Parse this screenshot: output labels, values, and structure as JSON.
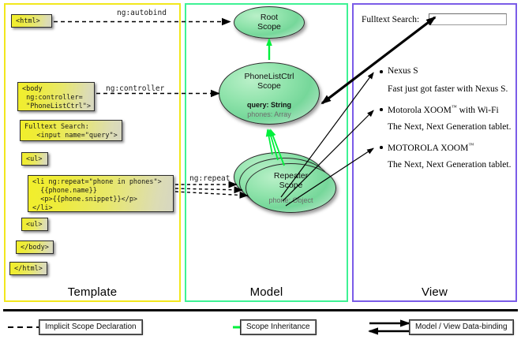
{
  "columns": [
    {
      "key": "template",
      "label": "Template",
      "color": "#f2e71d"
    },
    {
      "key": "model",
      "label": "Model",
      "color": "#3ef294"
    },
    {
      "key": "view",
      "label": "View",
      "color": "#7b5ce8"
    }
  ],
  "template": {
    "boxes": [
      {
        "name": "html-open-box",
        "text": "<html>"
      },
      {
        "name": "body-open-box",
        "text": "<body\n ng:controller=\n \"PhoneListCtrl\">"
      },
      {
        "name": "search-box",
        "text": "Fulltext Search:\n   <input name=\"query\">"
      },
      {
        "name": "ul-open-box",
        "text": "<ul>"
      },
      {
        "name": "li-repeat-box",
        "text": "<li ng:repeat=\"phone in phones\">\n  {{phone.name}}\n  <p>{{phone.snippet}}</p>\n</li>"
      },
      {
        "name": "ul-close-box",
        "text": "<ul>"
      },
      {
        "name": "body-close-box",
        "text": "</body>"
      },
      {
        "name": "html-close-box",
        "text": "</html>"
      }
    ]
  },
  "model": {
    "scopes": [
      {
        "name": "root-scope",
        "title_line1": "Root",
        "title_line2": "Scope",
        "props": []
      },
      {
        "name": "phonelistctrl-scope",
        "title_line1": "PhoneListCtrl",
        "title_line2": "Scope",
        "props": [
          {
            "text": "query: String",
            "style": "strong"
          },
          {
            "text": "phones: Array",
            "style": "dim"
          }
        ]
      },
      {
        "name": "repeater-scope",
        "title_line1": "Repeater",
        "title_line2": "Scope",
        "props": [
          {
            "text": "phone: Object",
            "style": "dim"
          }
        ]
      }
    ]
  },
  "edge_labels": [
    {
      "name": "edge-label-autobind",
      "text": "ng:autobind"
    },
    {
      "name": "edge-label-controller",
      "text": "ng:controller"
    },
    {
      "name": "edge-label-repeat",
      "text": "ng:repeat"
    }
  ],
  "view": {
    "search_label": "Fulltext Search:",
    "search_value": "",
    "search_placeholder": "",
    "phones": [
      {
        "name": "Nexus S",
        "tm": false,
        "suffix": "",
        "snippet": "Fast just got faster with Nexus S."
      },
      {
        "name": "Motorola XOOM",
        "tm": true,
        "suffix": " with Wi-Fi",
        "snippet": "The Next, Next Generation tablet."
      },
      {
        "name": "MOTOROLA XOOM",
        "tm": true,
        "suffix": "",
        "snippet": "The Next, Next Generation tablet."
      }
    ]
  },
  "legend": [
    {
      "name": "legend-implicit-scope-declaration",
      "label": "Implicit Scope Declaration",
      "arrow": "dashed-black"
    },
    {
      "name": "legend-scope-inheritance",
      "label": "Scope Inheritance",
      "arrow": "solid-green"
    },
    {
      "name": "legend-data-binding",
      "label": "Model / View Data-binding",
      "arrow": "double-black"
    }
  ],
  "colors": {
    "template_border": "#f2e71d",
    "model_border": "#3ef294",
    "view_border": "#7b5ce8",
    "inheritance_arrow": "#00f03c",
    "code_fill_start": "#f2ef2a",
    "code_fill_end": "#d6d6c2",
    "scope_fill": "#8fe3ab"
  }
}
